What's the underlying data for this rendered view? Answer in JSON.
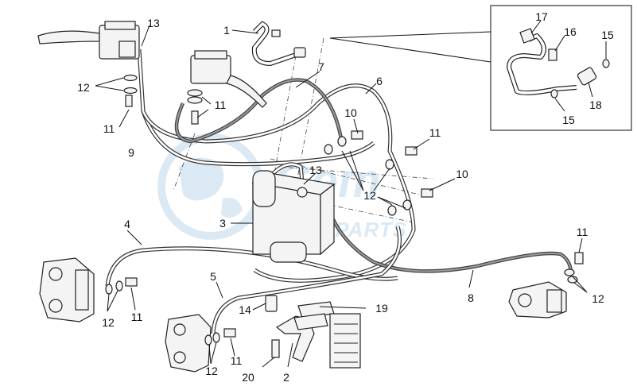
{
  "watermark": {
    "line1": "Gem",
    "line2": "MOTORPARTS",
    "color": "#7fb2d8"
  },
  "colors": {
    "line": "#222222",
    "hose_dark": "#444444",
    "inset_border": "#333333"
  },
  "callouts": {
    "c1": "1",
    "c2": "2",
    "c3": "3",
    "c4": "4",
    "c5": "5",
    "c6": "6",
    "c7": "7",
    "c8": "8",
    "c9": "9",
    "c10a": "10",
    "c10b": "10",
    "c11a": "11",
    "c11b": "11",
    "c11c": "11",
    "c11d": "11",
    "c11e": "11",
    "c11f": "11",
    "c12a": "12",
    "c12b": "12",
    "c12c": "12",
    "c12d": "12",
    "c12e": "12",
    "c13a": "13",
    "c13b": "13",
    "c14": "14",
    "c15a": "15",
    "c15b": "15",
    "c16": "16",
    "c17": "17",
    "c18": "18",
    "c19": "19",
    "c20": "20"
  }
}
